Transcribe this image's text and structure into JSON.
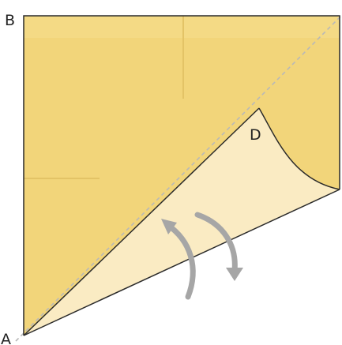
{
  "labels": {
    "a": "A",
    "b": "B",
    "d": "D"
  },
  "colors": {
    "paper_front": "#F2D57A",
    "paper_back": "#FAEBC3",
    "crease": "#E3C366",
    "outline": "#2A2A2A",
    "diagonal_dashed": "#B8B8B8",
    "arrow": "#A6A6A6",
    "background": "#FFFFFF"
  },
  "icons": {
    "fold_direction": "curved-double-arrow-icon"
  }
}
